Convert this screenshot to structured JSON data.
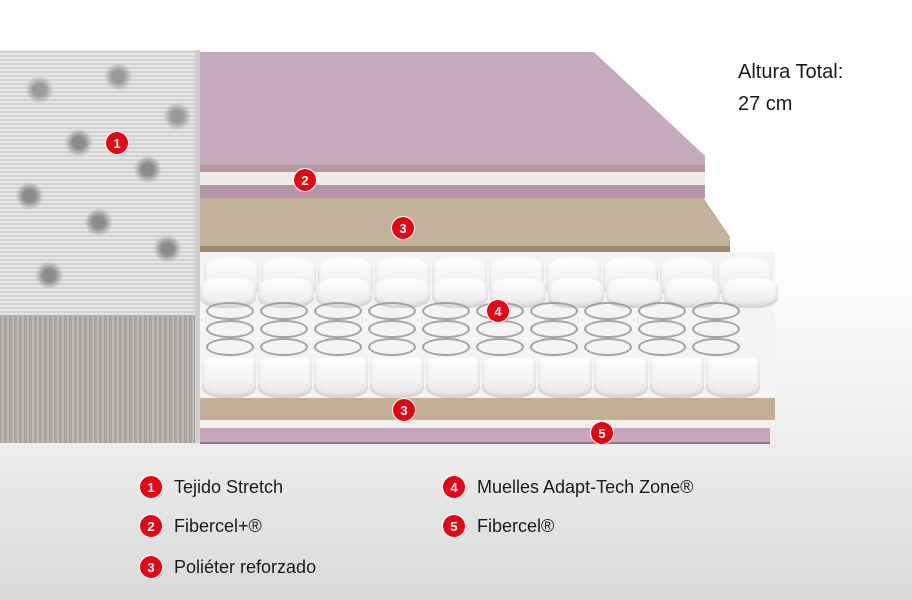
{
  "header": {
    "height_title": "Altura Total:",
    "height_value": "27 cm"
  },
  "diagram": {
    "markers": [
      {
        "number": "1",
        "layer": "Tejido Stretch"
      },
      {
        "number": "2",
        "layer": "Fibercel+®"
      },
      {
        "number": "3",
        "layer": "Poliéter reforzado"
      },
      {
        "number": "4",
        "layer": "Muelles Adapt-Tech Zone®"
      },
      {
        "number": "3",
        "layer": "Poliéter reforzado"
      },
      {
        "number": "5",
        "layer": "Fibercel®"
      }
    ],
    "colors": {
      "marker": "#e30613",
      "pink_layer": "#c5a9bd",
      "beige_layer": "#c3b19b",
      "fabric": "#dedede"
    }
  },
  "legend": {
    "items": [
      {
        "number": "1",
        "label": "Tejido Stretch"
      },
      {
        "number": "2",
        "label": "Fibercel+®"
      },
      {
        "number": "3",
        "label": "Poliéter reforzado"
      },
      {
        "number": "4",
        "label": "Muelles Adapt-Tech Zone®"
      },
      {
        "number": "5",
        "label": "Fibercel®"
      }
    ]
  }
}
